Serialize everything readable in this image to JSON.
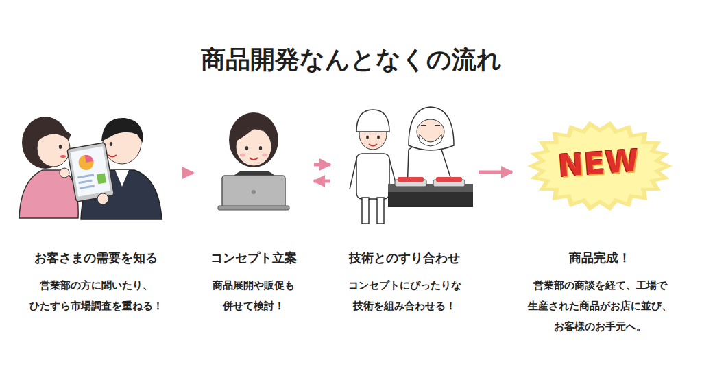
{
  "diagram": {
    "title": "商品開発なんとなくの流れ",
    "nodes": [
      {
        "text": [
          "お客さまの需要を知る",
          "営業部の方に聞いたり、 ひたすら市場調査を重ねる！"
        ]
      },
      {
        "text": [
          "コンセプト立案",
          "商品展開や販促も 併せて検討！"
        ]
      },
      {
        "text": [
          "技術とのすり合わせ",
          "コンセプトにぴったりな 技術を組み合わせる！"
        ]
      },
      {
        "text": [
          "商品完成！",
          "営業部の商談を経て、工場で 生産された商品がお店に並び、 お客様のお手元へ。"
        ]
      }
    ],
    "edges": [
      {
        "from": 0,
        "to": 1,
        "arrow": "to"
      },
      {
        "from": 1,
        "to": 2,
        "arrow": "both"
      },
      {
        "from": 2,
        "to": 3,
        "arrow": "to"
      }
    ],
    "labels": [
      "NEW"
    ]
  }
}
